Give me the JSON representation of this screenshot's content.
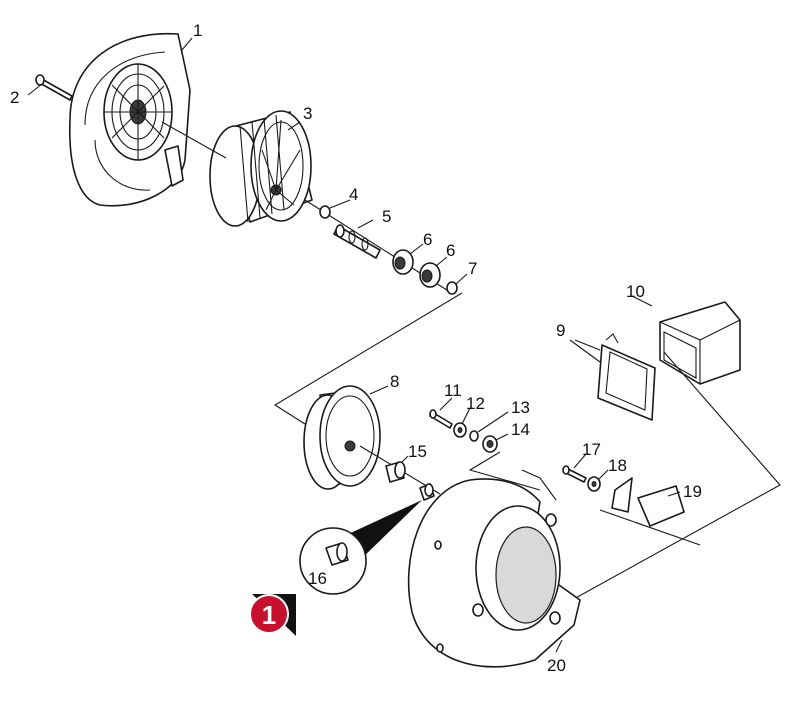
{
  "callouts": [
    "1",
    "2",
    "3",
    "4",
    "5",
    "6",
    "6",
    "7",
    "8",
    "9",
    "10",
    "11",
    "12",
    "13",
    "14",
    "15",
    "16",
    "17",
    "18",
    "19",
    "20"
  ],
  "badge": {
    "label": "1",
    "color": "#c8102e"
  }
}
